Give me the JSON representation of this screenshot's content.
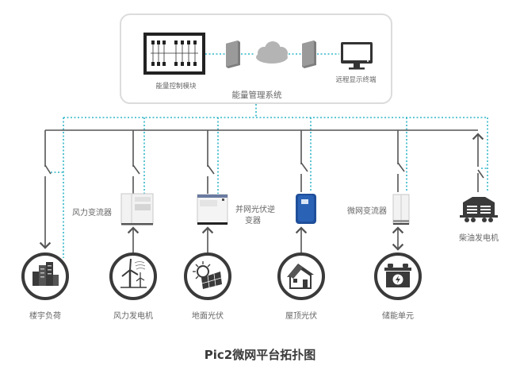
{
  "caption": "Pic2微网平台拓扑图",
  "system": {
    "title": "能量管理系统",
    "control_module_label": "能量控制模块",
    "remote_terminal_label": "远程显示终端"
  },
  "converters": {
    "wind_converter_label": "风力变流器",
    "pv_inverter_label_line1": "并网光伏逆",
    "pv_inverter_label_line2": "变器",
    "microgrid_converter_label": "微网变流器"
  },
  "nodes": [
    {
      "id": "building-load",
      "label": "楼宇负荷",
      "icon": "buildings-icon"
    },
    {
      "id": "wind-generator",
      "label": "风力发电机",
      "icon": "wind-turbine-icon"
    },
    {
      "id": "ground-pv",
      "label": "地面光伏",
      "icon": "solar-panel-icon"
    },
    {
      "id": "rooftop-pv",
      "label": "屋顶光伏",
      "icon": "house-solar-icon"
    },
    {
      "id": "storage-unit",
      "label": "储能单元",
      "icon": "battery-icon"
    }
  ],
  "diesel_generator_label": "柴油发电机",
  "colors": {
    "bus_line": "#555555",
    "comm_line": "#2fb6c8",
    "box_border": "#d8d8d8",
    "inverter_blue": "#1f4f9a",
    "icon_dark": "#3a3a3a"
  }
}
